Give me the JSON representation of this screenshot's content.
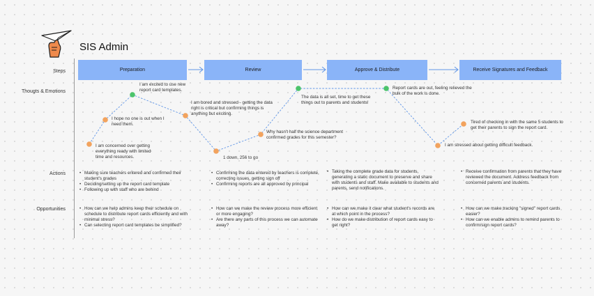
{
  "header": {
    "title": "SIS Admin",
    "logo_icon": "hand-paper-airplane-icon"
  },
  "row_labels": {
    "steps": "Steps",
    "thoughts": "Thougts & Emotions",
    "actions": "Actions",
    "opportunities": "Opportunities"
  },
  "stages": [
    {
      "label": "Preparation"
    },
    {
      "label": "Review"
    },
    {
      "label": "Approve & Distribute"
    },
    {
      "label": "Receive Signatures and Feedback"
    }
  ],
  "thoughts": [
    {
      "text": "I am concerned over getting everything ready with limited time and resources.",
      "emotion": "negative"
    },
    {
      "text": "I hope no one is out when I need them.",
      "emotion": "negative"
    },
    {
      "text": "I am excited to use new report card templates.",
      "emotion": "positive"
    },
    {
      "text": "I am bored and stressed - getting the data right is critical but confirming things is anything but exciting.",
      "emotion": "negative"
    },
    {
      "text": "1 down, 256 to go",
      "emotion": "negative"
    },
    {
      "text": "Why hasn't half the science department confirmed grades for this semester?",
      "emotion": "negative"
    },
    {
      "text": "The data is all set, time to get these things out to parents and students!",
      "emotion": "positive"
    },
    {
      "text": "Report cards are out, feeling relieved the bulk of the work is done.",
      "emotion": "positive"
    },
    {
      "text": "I am stressed about getting difficult feedback.",
      "emotion": "negative"
    },
    {
      "text": "Tired of checking in with the same 5 students to get their parents to sign the report card.",
      "emotion": "negative"
    }
  ],
  "actions": [
    [
      "Making sure teachers entered and confirmed their student's grades",
      "Deciding/setting up the report card template",
      "Following up with staff who are behind"
    ],
    [
      "Confirming the data entered by teachers is complete, correcting issues, getting sign off",
      "Confirming reports are all approved by principal"
    ],
    [
      "Taking the complete grade data for students, generating a static document to preserve and share with students and staff. Make available to students and parents, send notifications."
    ],
    [
      "Receive confirmation from parents that they have reviewed the document. Address feedback from concerned parents and students."
    ]
  ],
  "opportunities": [
    [
      "How can we help admins keep their schedule on schedule to distribute report cards efficiently and with minimal stress?",
      "Can selecting report card templates be simplified?"
    ],
    [
      "How can we make the review process more efficient or more engaging?",
      "Are there any parts of this process we can automate away?"
    ],
    [
      "How can we make it clear what student's records are at which point in the process?",
      "How do we make distribution of report cards easy to get right?"
    ],
    [
      "How can we make tracking \"signed\" report cards easier?",
      "How can we enable admins to remind parents to confirm/sign report cards?"
    ]
  ],
  "colors": {
    "stage_fill": "#8ab4f8",
    "positive_dot": "#4cc46b",
    "negative_dot": "#f2a35e",
    "path_line": "#5f95e6",
    "arrow": "#5f95e6"
  }
}
